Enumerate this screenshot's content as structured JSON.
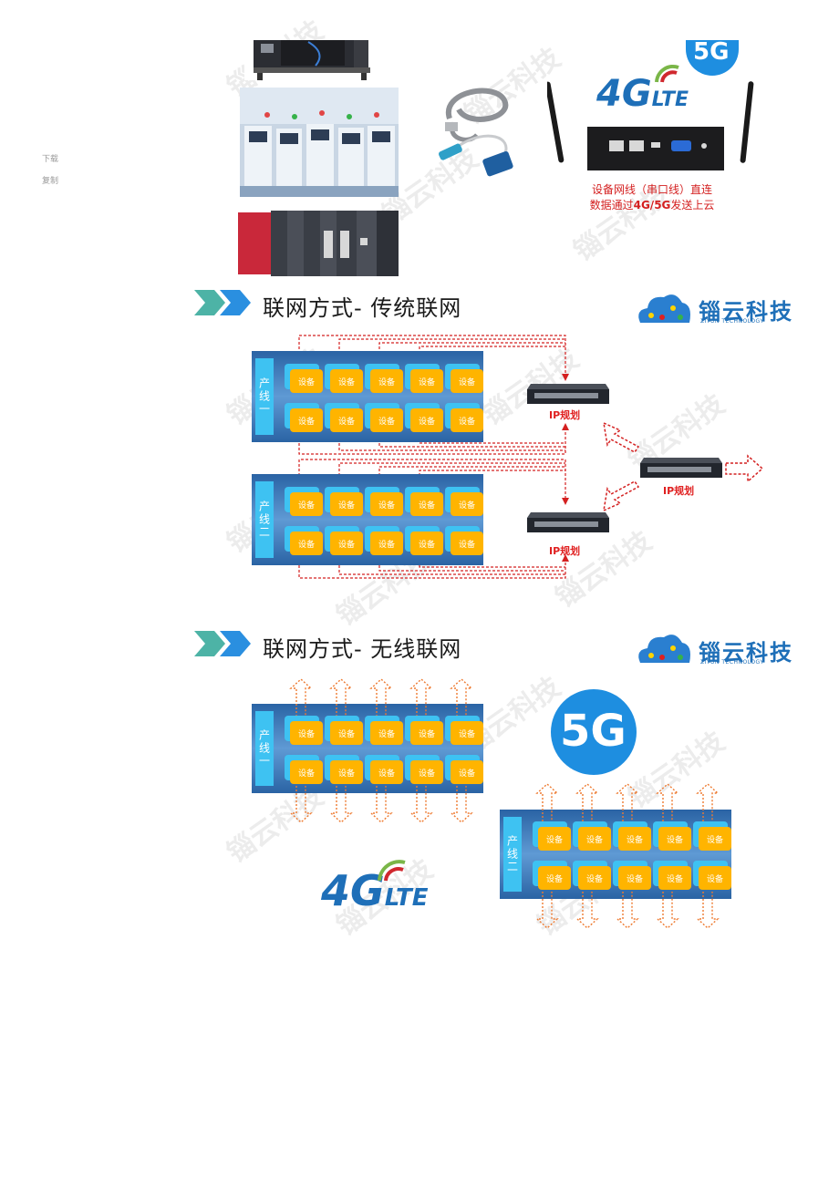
{
  "sidebar": {
    "download_label": "下载",
    "copy_label": "复制"
  },
  "watermark": {
    "text": "锱云科技"
  },
  "top": {
    "caption_line1": "设备网线（串口线）直连",
    "caption_line2_prefix": "数据通过",
    "caption_line2_bold": "4G/5G",
    "caption_line2_suffix": "发送上云",
    "badge_5g": "5G",
    "brand_4g": "4G",
    "brand_lte": "LTE"
  },
  "section1": {
    "title": "联网方式- 传统联网",
    "line1": "产线一",
    "line2": "产线二",
    "ip_label": "IP规划"
  },
  "section2": {
    "title": "联网方式- 无线联网",
    "line1": "产线一",
    "line2": "产线二",
    "badge_5g": "5G",
    "brand_4g": "4G",
    "brand_lte": "LTE"
  },
  "logo": {
    "name": "锱云科技",
    "sub": "ZIYUN TECHNOLOGY"
  },
  "device_label": "设备",
  "colors": {
    "accent_blue": "#1e6fb8",
    "device_orange": "#ffb400",
    "cyan": "#3ec2f2",
    "red": "#d42020"
  }
}
